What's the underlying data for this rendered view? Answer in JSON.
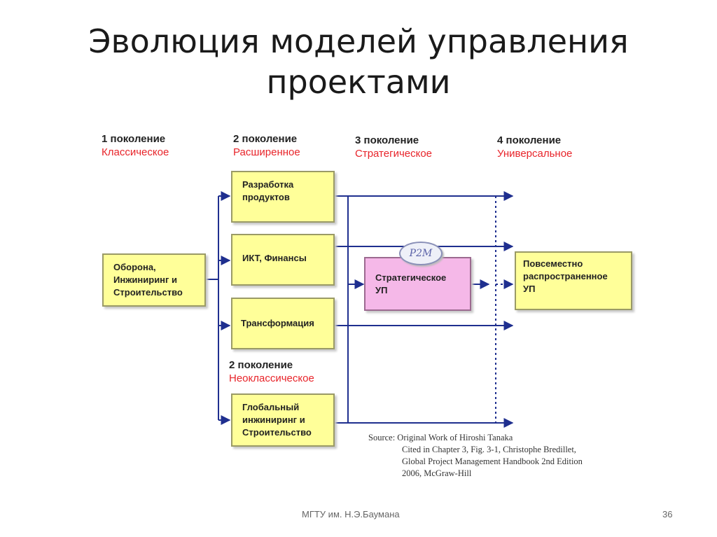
{
  "title": {
    "line1": "Эволюция моделей управления",
    "line2": "проектами"
  },
  "generations": [
    {
      "num": "1 поколение",
      "kind": "Классическое"
    },
    {
      "num": "2 поколение",
      "kind": "Расширенное"
    },
    {
      "num": "3 поколение",
      "kind": "Стратегическое"
    },
    {
      "num": "4 поколение",
      "kind": "Универсальное"
    },
    {
      "num": "2 поколение",
      "kind": "Неоклассическое"
    }
  ],
  "boxes": {
    "defense": [
      "Оборона,",
      "Инжиниринг и",
      "Строительство"
    ],
    "products": [
      "Разработка",
      "продуктов"
    ],
    "ict": [
      "ИКТ, Финансы"
    ],
    "transformation": [
      "Трансформация"
    ],
    "global": [
      "Глобальный",
      "инжиниринг и",
      "Строительство"
    ],
    "strategic": [
      "Стратегическое",
      "УП"
    ],
    "universal": [
      "Повсеместно",
      "распространенное",
      "УП"
    ]
  },
  "pm_badge": "P2M",
  "source": {
    "line1": "Source: Original Work of Hiroshi Tanaka",
    "line2": "Cited in Chapter 3, Fig. 3-1, Christophe Bredillet,",
    "line3": "Global Project Management Handbook 2nd Edition",
    "line4": "2006, McGraw-Hill"
  },
  "footer": {
    "institution": "МГТУ им. Н.Э.Баумана",
    "page": "36"
  },
  "colors": {
    "box_fill": "#ffff99",
    "strategic_fill": "#f5b8e8",
    "line": "#1f2f8f",
    "accent_text": "#e8242a"
  }
}
